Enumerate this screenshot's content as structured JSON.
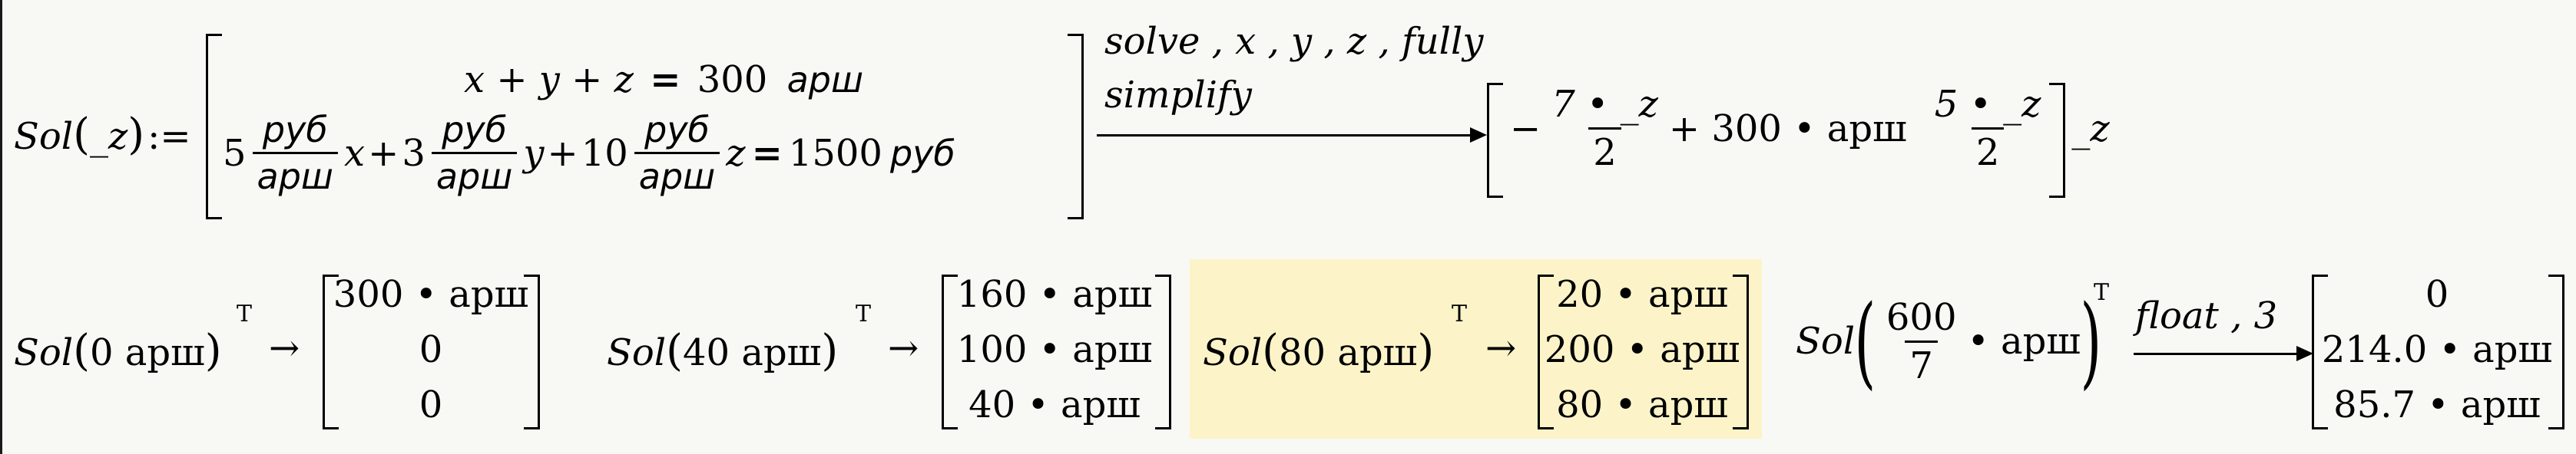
{
  "row1": {
    "def_name": "Sol",
    "def_arg": "_z",
    "assign": ":=",
    "eq1": {
      "lhs": "x + y + z",
      "equals": "=",
      "value": "300",
      "unit": "арш"
    },
    "eq2": {
      "c1": "5",
      "u_num": "руб",
      "u_den": "арш",
      "v1": "x",
      "c2": "3",
      "v2": "y",
      "c3": "10",
      "v3": "z",
      "equals": "=",
      "rhs": "1500",
      "rhs_unit": "руб",
      "plus": "+"
    },
    "keyword1": "solve , x , y , z , fully",
    "keyword2": "simplify",
    "result": {
      "first_neg": "−",
      "first_num": "7 • _z",
      "first_den": "2",
      "first_rest": "+ 300 • арш",
      "second_num": "5 • _z",
      "second_den": "2",
      "third": "_z"
    }
  },
  "row2": {
    "e1": {
      "call": "Sol",
      "arg": "0 арш",
      "T": "T",
      "arrow": "→",
      "values": [
        "300 • арш",
        "0",
        "0"
      ]
    },
    "e2": {
      "call": "Sol",
      "arg": "40 арш",
      "T": "T",
      "arrow": "→",
      "values": [
        "160 • арш",
        "100 • арш",
        "40 • арш"
      ]
    },
    "e3": {
      "call": "Sol",
      "arg": "80 арш",
      "T": "T",
      "arrow": "→",
      "values": [
        "20 • арш",
        "200 • арш",
        "80 • арш"
      ]
    },
    "e4": {
      "call": "Sol",
      "frac_num": "600",
      "frac_den": "7",
      "frac_unit": "• арш",
      "T": "T",
      "keyword": "float , 3",
      "values": [
        "0",
        "214.0 • арш",
        "85.7 • арш"
      ]
    }
  },
  "colors": {
    "highlight": "#fcf4c8",
    "background": "#f8f8f5"
  }
}
